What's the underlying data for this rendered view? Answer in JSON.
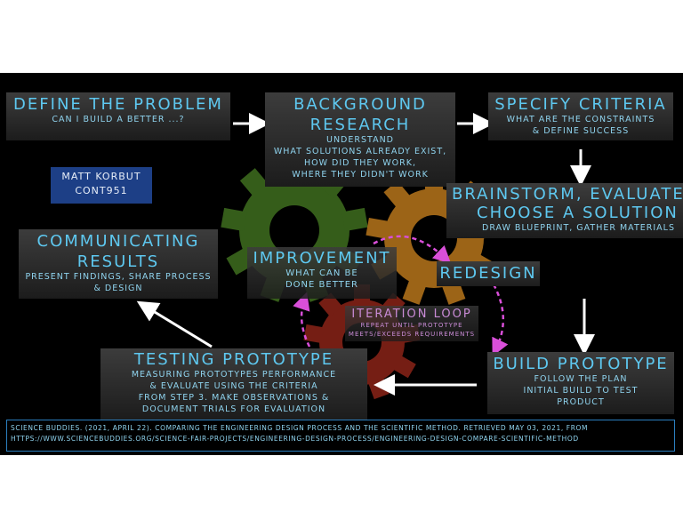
{
  "steps": {
    "define": {
      "title": "DEFINE THE PROBLEM",
      "sub": "CAN I BUILD A BETTER ...?"
    },
    "research": {
      "title1": "BACKGROUND",
      "title2": "RESEARCH",
      "sub": "UNDERSTAND\nWHAT SOLUTIONS ALREADY EXIST,\nHOW DID THEY WORK,\nWHERE THEY DIDN'T WORK"
    },
    "criteria": {
      "title": "SPECIFY CRITERIA",
      "sub": "WHAT ARE THE CONSTRAINTS\n& DEFINE SUCCESS"
    },
    "brainstorm": {
      "title1": "BRAINSTORM, EVALUATE,",
      "title2": "CHOOSE A SOLUTION",
      "sub": "DRAW BLUEPRINT, GATHER MATERIALS"
    },
    "communicating": {
      "title1": "COMMUNICATING",
      "title2": "RESULTS",
      "sub": "PRESENT FINDINGS, SHARE PROCESS\n& DESIGN"
    },
    "improvement": {
      "title": "IMPROVEMENT",
      "sub": "WHAT CAN BE\nDONE BETTER"
    },
    "redesign": {
      "title": "REDESIGN"
    },
    "iteration": {
      "title": "ITERATION LOOP",
      "sub": "REPEAT UNTIL PROTOTYPE\nMEETS/EXCEEDS REQUIREMENTS"
    },
    "testing": {
      "title": "TESTING PROTOTYPE",
      "sub": "MEASURING PROTOTYPES PERFORMANCE\n& EVALUATE USING THE CRITERIA\nFROM STEP 3.  MAKE OBSERVATIONS &\nDOCUMENT TRIALS FOR EVALUATION"
    },
    "build": {
      "title": "BUILD PROTOTYPE",
      "sub": "FOLLOW THE PLAN\nINITIAL BUILD TO TEST\nPRODUCT"
    }
  },
  "author": {
    "name": "MATT KORBUT",
    "course": "CONT951"
  },
  "citation": "SCIENCE BUDDIES. (2021, APRIL 22). COMPARING THE ENGINEERING DESIGN PROCESS AND THE SCIENTIFIC METHOD. RETRIEVED MAY 03, 2021, FROM HTTPS://WWW.SCIENCEBUDDIES.ORG/SCIENCE-FAIR-PROJECTS/ENGINEERING-DESIGN-PROCESS/ENGINEERING-DESIGN-COMPARE-SCIENTIFIC-METHOD",
  "colors": {
    "title": "#5ec8f0",
    "subtitle": "#8fd3ee",
    "iteration": "#c98bd6",
    "loop_arrow": "#d94fd9",
    "gear_green": "#3f6e1f",
    "gear_orange": "#b8761c",
    "gear_red": "#8a2418",
    "author_bg": "#1d3f86"
  }
}
